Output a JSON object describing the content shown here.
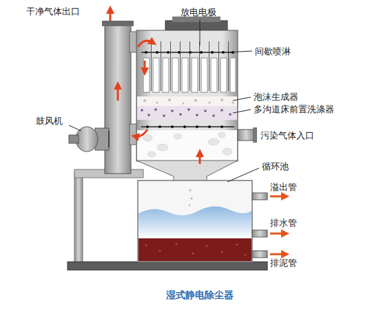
{
  "diagram": {
    "caption": "湿式静电除尘器",
    "labels": [
      "干净气体出口",
      "放电电极",
      "间歇喷淋",
      "鼓风机",
      "泡沫生成器",
      "多沟道床前置洗涤器",
      "污染气体入口",
      "循环池",
      "溢出管",
      "排水管",
      "排泥管"
    ]
  }
}
